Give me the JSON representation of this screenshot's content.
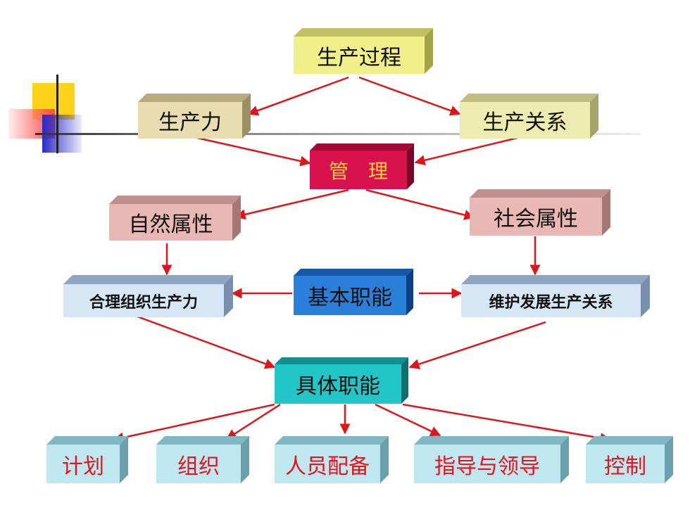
{
  "nodes": {
    "production_process": "生产过程",
    "productive_forces": "生产力",
    "production_relations": "生产关系",
    "management": "管　理",
    "natural_attribute": "自然属性",
    "social_attribute": "社会属性",
    "basic_functions": "基本职能",
    "organize_productive_forces": "合理组织生产力",
    "maintain_production_relations": "维护发展生产关系",
    "specific_functions": "具体职能",
    "planning": "计划",
    "organizing": "组织",
    "staffing": "人员配备",
    "directing_leading": "指导与领导",
    "controlling": "控制"
  },
  "colors": {
    "arrow": "#e0151b",
    "leaf_text": "#e8121a",
    "management_text": "#ffd23a"
  }
}
